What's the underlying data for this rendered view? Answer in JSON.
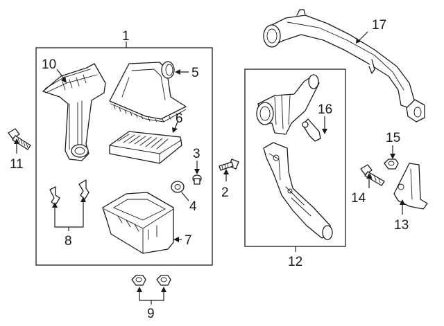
{
  "callouts": {
    "c1": "1",
    "c2": "2",
    "c3": "3",
    "c4": "4",
    "c5": "5",
    "c6": "6",
    "c7": "7",
    "c8": "8",
    "c9": "9",
    "c10": "10",
    "c11": "11",
    "c12": "12",
    "c13": "13",
    "c14": "14",
    "c15": "15",
    "c16": "16",
    "c17": "17"
  },
  "parts": [
    {
      "callout": "1",
      "icon": "air-cleaner-assembly-frame"
    },
    {
      "callout": "2",
      "icon": "bolt-icon"
    },
    {
      "callout": "3",
      "icon": "grommet-icon"
    },
    {
      "callout": "4",
      "icon": "insulator-icon"
    },
    {
      "callout": "5",
      "icon": "air-cleaner-cover-icon"
    },
    {
      "callout": "6",
      "icon": "air-filter-element-icon"
    },
    {
      "callout": "7",
      "icon": "air-cleaner-lower-housing-icon"
    },
    {
      "callout": "8",
      "icon": "clip-pair-icon"
    },
    {
      "callout": "9",
      "icon": "nut-pair-icon"
    },
    {
      "callout": "10",
      "icon": "intake-duct-icon"
    },
    {
      "callout": "11",
      "icon": "bolt-icon"
    },
    {
      "callout": "12",
      "icon": "outlet-tube-assembly-frame"
    },
    {
      "callout": "13",
      "icon": "bracket-icon"
    },
    {
      "callout": "14",
      "icon": "bolt-icon"
    },
    {
      "callout": "15",
      "icon": "nut-icon"
    },
    {
      "callout": "16",
      "icon": "sensor-icon"
    },
    {
      "callout": "17",
      "icon": "air-tube-icon"
    }
  ]
}
